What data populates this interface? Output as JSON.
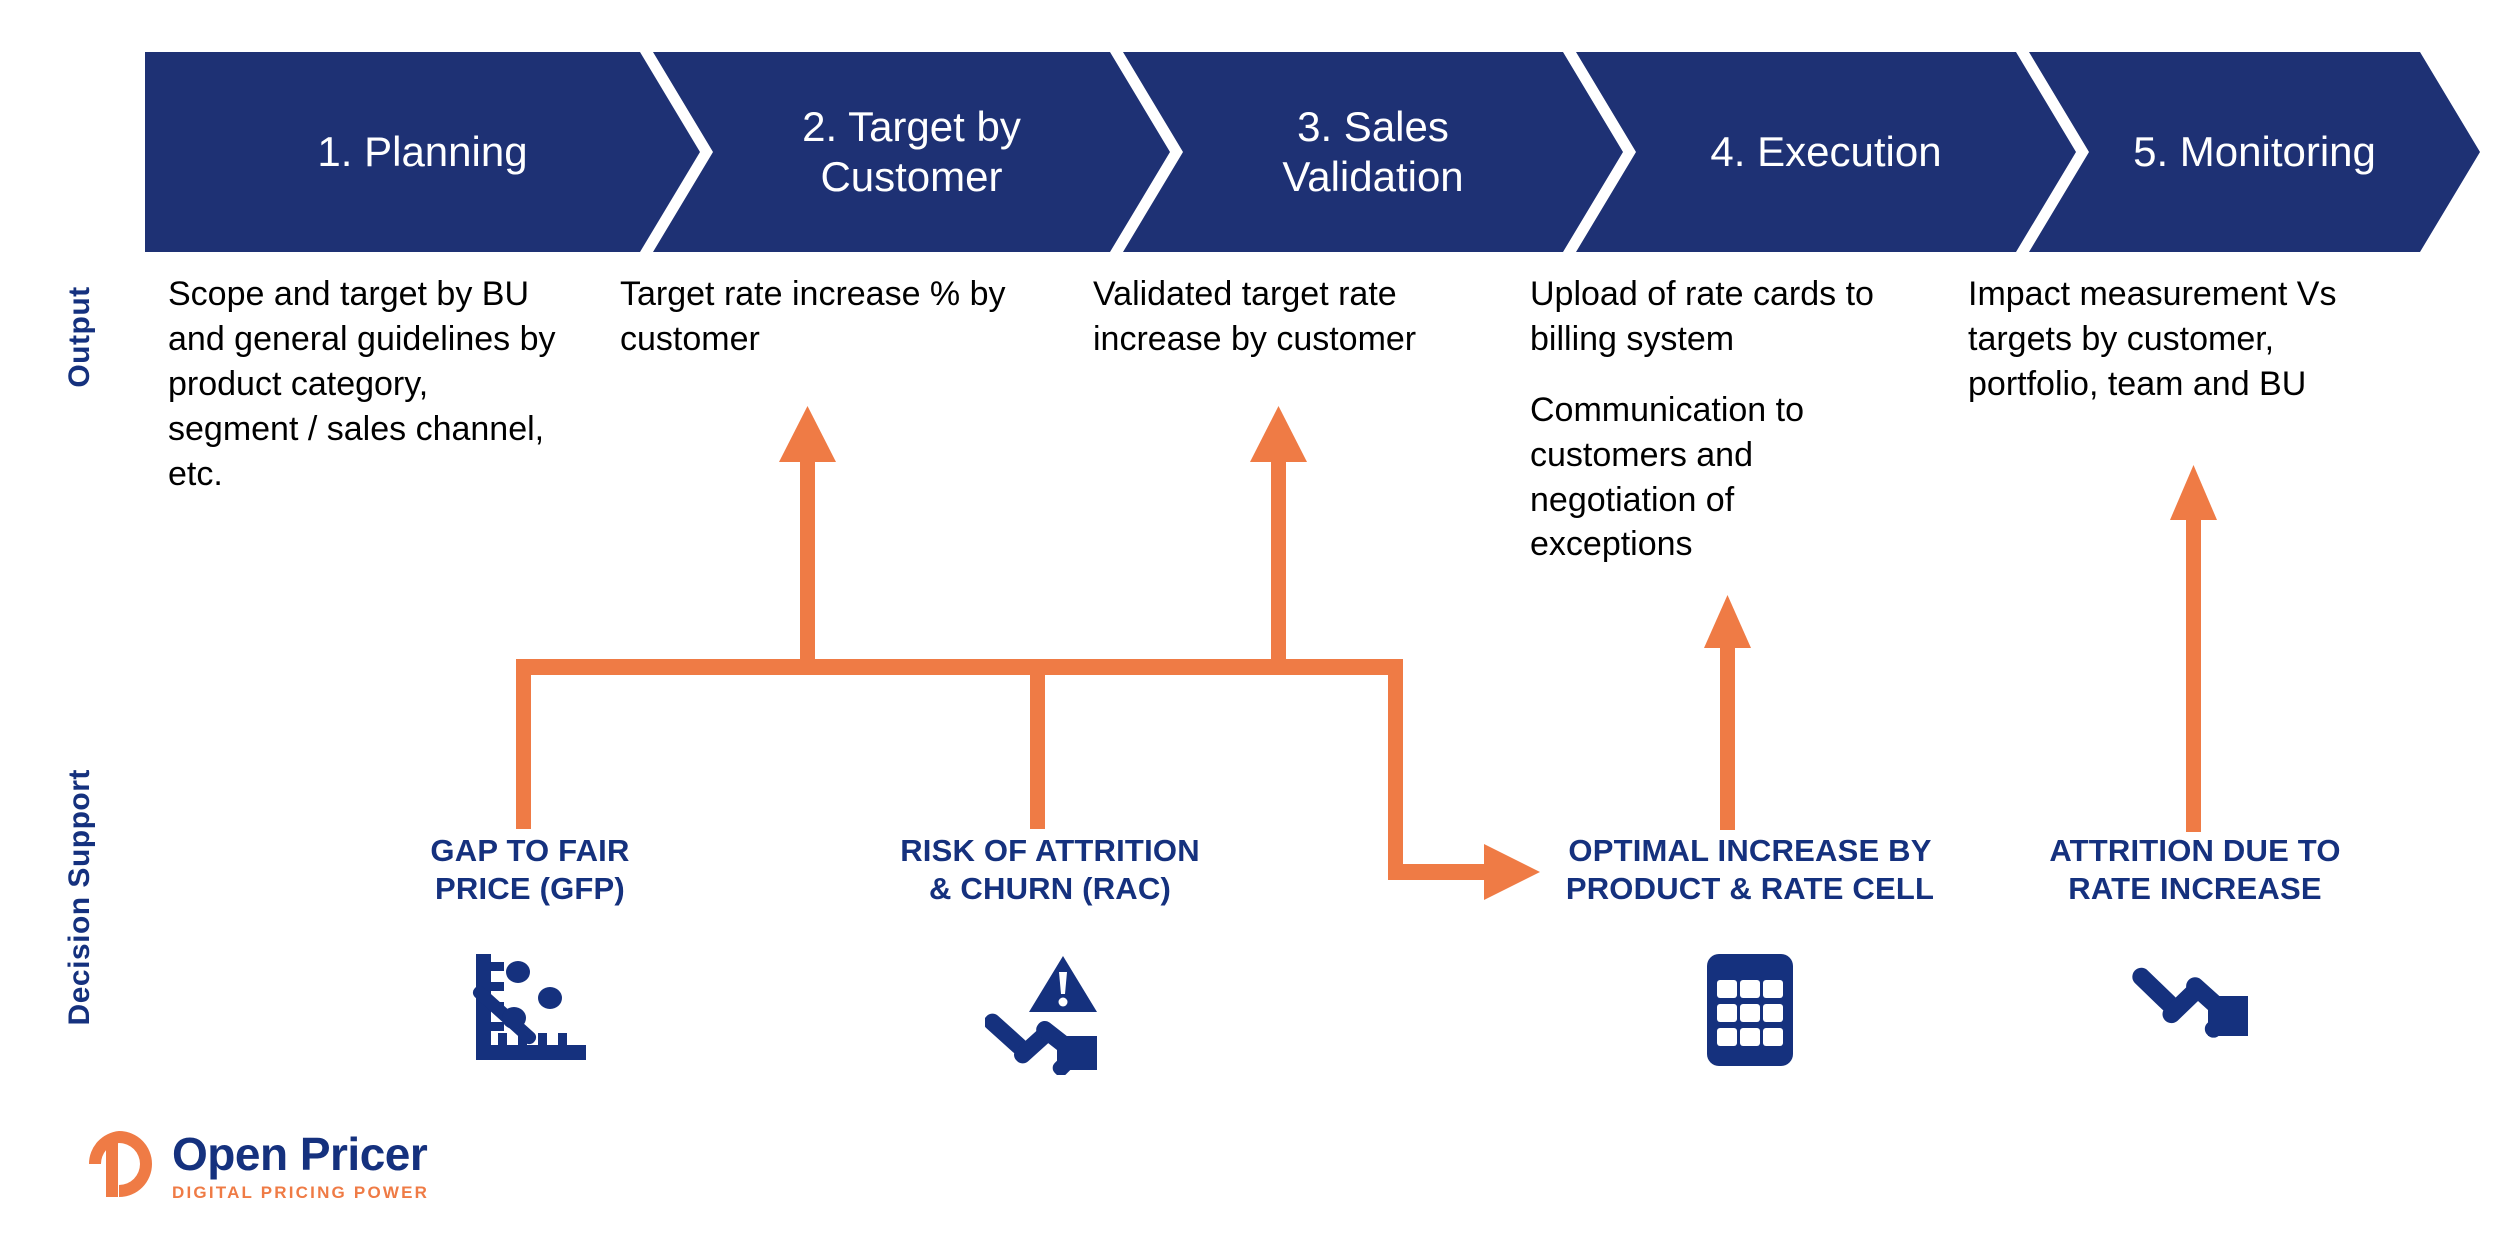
{
  "colors": {
    "navy": "#1e3174",
    "navy_text": "#15317e",
    "orange": "#ef7b45",
    "body_text": "#000000",
    "background": "#ffffff"
  },
  "row_labels": {
    "output": "Output",
    "decision_support": "Decision Support"
  },
  "process_steps": [
    {
      "label": "1. Planning"
    },
    {
      "label": "2. Target by\nCustomer"
    },
    {
      "label": "3. Sales\nValidation"
    },
    {
      "label": "4. Execution"
    },
    {
      "label": "5. Monitoring"
    }
  ],
  "outputs": [
    {
      "paragraphs": [
        "Scope and target by BU and general guidelines by product category, segment / sales channel, etc."
      ]
    },
    {
      "paragraphs": [
        "Target rate increase % by customer"
      ]
    },
    {
      "paragraphs": [
        "Validated target rate increase by customer"
      ]
    },
    {
      "paragraphs": [
        "Upload of rate cards to billing system",
        "Communication to customers and negotiation of exceptions"
      ]
    },
    {
      "paragraphs": [
        "Impact measurement Vs targets by customer, portfolio, team and BU"
      ]
    }
  ],
  "decision_support": [
    {
      "title": "GAP TO FAIR\nPRICE (GFP)",
      "icon": "scatter-chart-decline-icon"
    },
    {
      "title": "RISK OF ATTRITION\n& CHURN (RAC)",
      "icon": "warning-declining-arrow-icon"
    },
    {
      "title": "OPTIMAL INCREASE BY\nPRODUCT & RATE CELL",
      "icon": "grid-table-icon"
    },
    {
      "title": "ATTRITION DUE TO\nRATE INCREASE",
      "icon": "declining-arrow-icon"
    }
  ],
  "logo": {
    "name": "Open Pricer",
    "tagline": "DIGITAL PRICING POWER",
    "mark": "open-pricer-p-mark"
  }
}
